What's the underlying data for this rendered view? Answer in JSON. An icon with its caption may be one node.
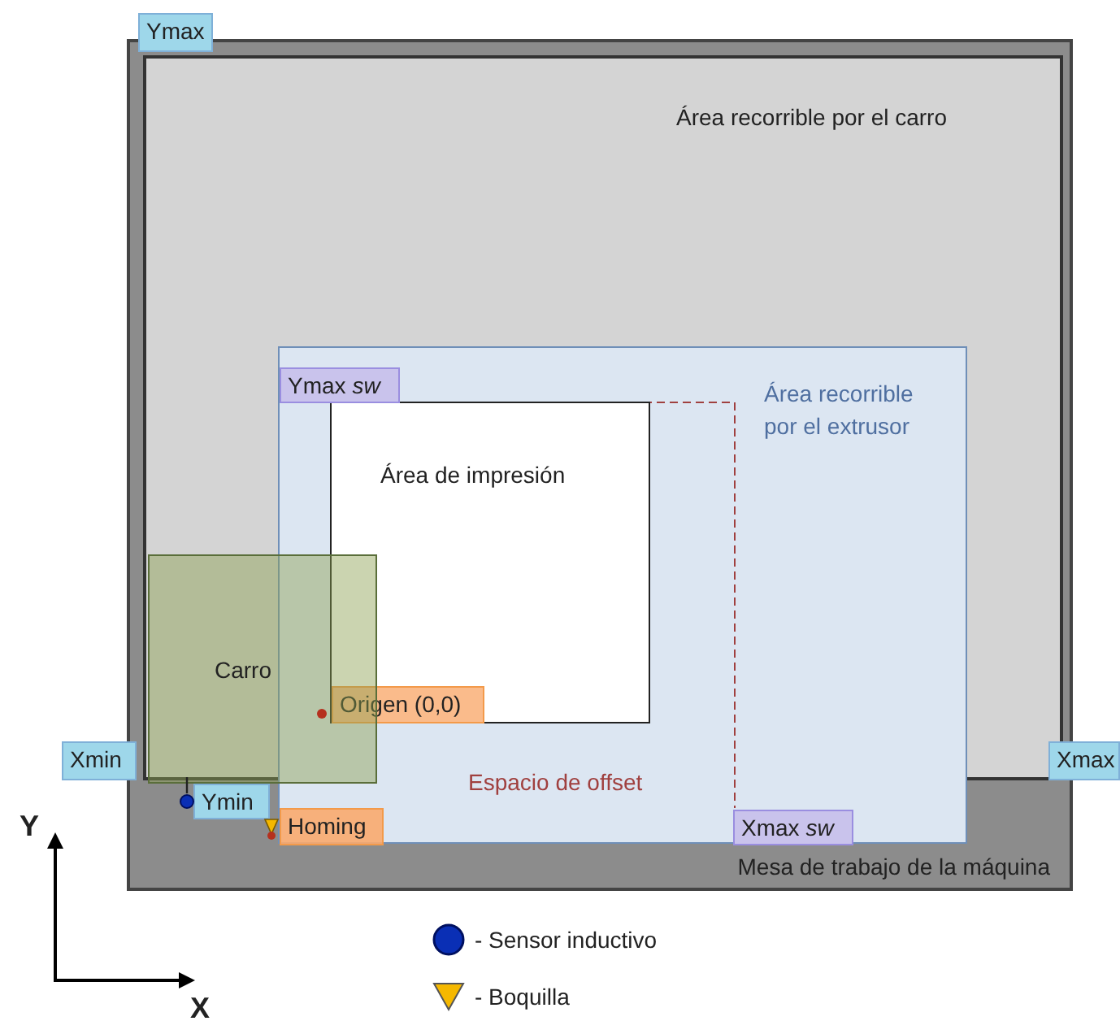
{
  "diagram": {
    "nodes": [
      {
        "text": [
          "Mesa de trabajo de la máquina"
        ]
      },
      {
        "text": [
          "Área recorrible por el carro"
        ],
        "in": 0
      },
      {
        "text": [
          "Área recorrible por el extrusor"
        ],
        "in": 1
      },
      {
        "text": [
          "Espacio de offset"
        ],
        "in": 2
      },
      {
        "text": [
          "Área de impresión"
        ],
        "in": 3
      },
      {
        "text": [
          "Carro"
        ],
        "in": 1
      },
      {
        "text": [
          "Ymax"
        ]
      },
      {
        "text": [
          "Ymax *sw*"
        ],
        "in": 2
      },
      {
        "text": [
          "Xmin"
        ]
      },
      {
        "text": [
          "Ymin"
        ],
        "in": 0
      },
      {
        "text": [
          "Origen (0,0)"
        ],
        "in": 4
      },
      {
        "text": [
          "Homing"
        ],
        "in": 2
      },
      {
        "text": [
          "Xmax *sw*"
        ],
        "in": 2
      },
      {
        "text": [
          "Xmax"
        ]
      }
    ],
    "edges": [
      {
        "from": 5,
        "to": 9,
        "arrow": "none"
      }
    ],
    "labels": [
      "Y",
      "X"
    ],
    "legend": [
      {
        "text": "- Sensor inductivo"
      },
      {
        "text": "- Boquilla"
      }
    ]
  }
}
